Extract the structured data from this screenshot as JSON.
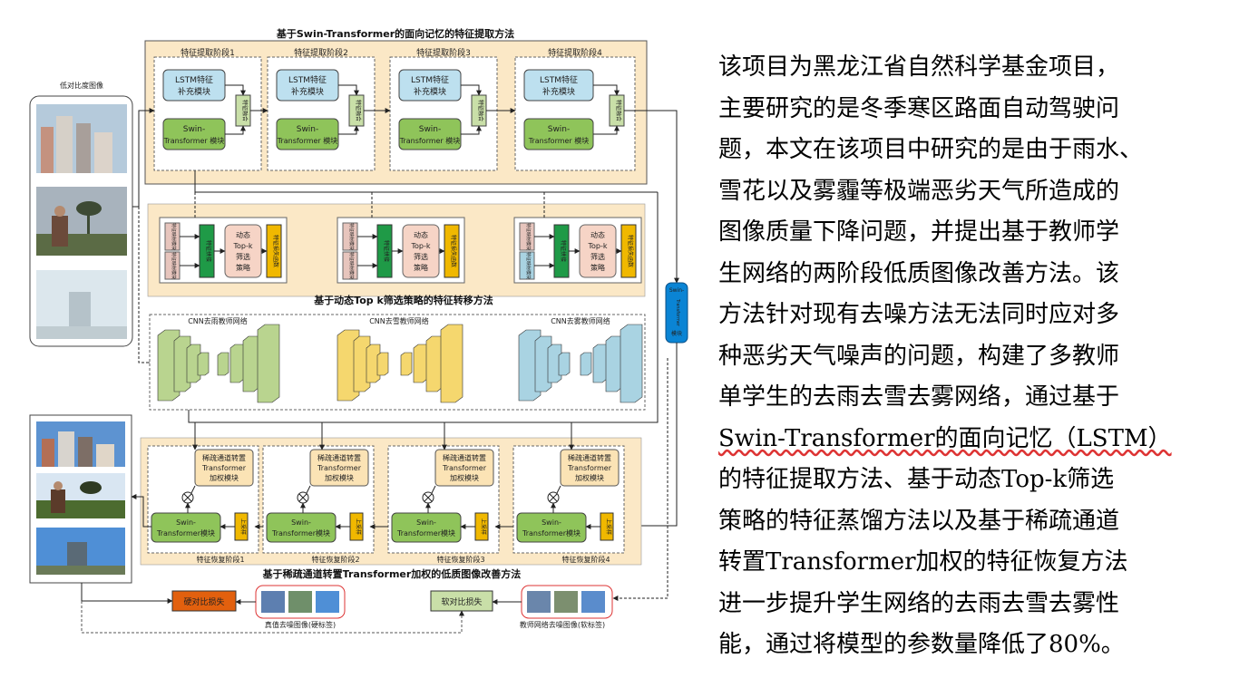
{
  "diagram": {
    "stage1": {
      "title": "基于Swin-Transformer的面向记忆的特征提取方法",
      "stages": [
        {
          "label": "特征提取阶段1",
          "lstm": [
            "LSTM特征",
            "补充模块"
          ],
          "swin": [
            "Swin-",
            "Transformer 模块"
          ],
          "fusion": "特征融合"
        },
        {
          "label": "特征提取阶段2",
          "lstm": [
            "LSTM特征",
            "补充模块"
          ],
          "swin": [
            "Swin-",
            "Transformer 模块"
          ],
          "fusion": "特征融合"
        },
        {
          "label": "特征提取阶段3",
          "lstm": [
            "LSTM特征",
            "补充模块"
          ],
          "swin": [
            "Swin-",
            "Transformer 模块"
          ],
          "fusion": "特征融合"
        },
        {
          "label": "特征提取阶段4",
          "lstm": [
            "LSTM特征",
            "补充模块"
          ],
          "swin": [
            "Swin-",
            "Transformer 模块"
          ],
          "fusion": "特征融合"
        }
      ]
    },
    "input_label": "低对比度图像",
    "stage2": {
      "title": "基于动态Top k筛选策略的特征转移方法",
      "groups": [
        {
          "top": "特征映射模块",
          "bottom": "特征映射模块",
          "mid": "特征拼接",
          "topk": [
            "动态",
            "Top-k",
            "筛选",
            "策略"
          ],
          "out": "特征损失函数"
        },
        {
          "top": "特征映射模块",
          "bottom": "特征映射模块",
          "mid": "特征拼接",
          "topk": [
            "动态",
            "Top-k",
            "筛选",
            "策略"
          ],
          "out": "特征损失函数"
        },
        {
          "top": "特征映射模块",
          "bottom": "特征映射模块",
          "mid": "特征拼接",
          "topk": [
            "动态",
            "Top-k",
            "筛选",
            "策略"
          ],
          "out": "特征损失函数"
        }
      ],
      "teachers": [
        "CNN去雨教师网络",
        "CNN去雪教师网络",
        "CNN去雾教师网络"
      ],
      "side_module": [
        "Swin-",
        "Transformer",
        "模块"
      ],
      "colors": {
        "green": "#b9d48f",
        "yellow": "#f5d76e",
        "blue": "#a9d3e2",
        "sidebar": "#0a84d4"
      }
    },
    "stage3": {
      "title": "基于稀疏通道转置Transformer加权的低质图像改善方法",
      "stages": [
        {
          "label": "特征恢复阶段1",
          "sparse": [
            "稀疏通道转置",
            "Transformer",
            "加权模块"
          ],
          "swin": [
            "Swin-",
            "Transformer模块"
          ],
          "up": "上采样"
        },
        {
          "label": "特征恢复阶段2",
          "sparse": [
            "稀疏通道转置",
            "Transformer",
            "加权模块"
          ],
          "swin": [
            "Swin-",
            "Transformer模块"
          ],
          "up": "上采样"
        },
        {
          "label": "特征恢复阶段3",
          "sparse": [
            "稀疏通道转置",
            "Transformer",
            "加权模块"
          ],
          "swin": [
            "Swin-",
            "Transformer模块"
          ],
          "up": "上采样"
        },
        {
          "label": "特征恢复阶段4",
          "sparse": [
            "稀疏通道转置",
            "Transformer",
            "加权模块"
          ],
          "swin": [
            "Swin-",
            "Transformer模块"
          ],
          "up": "上采样"
        }
      ]
    },
    "losses": {
      "hard": "硬对比损失",
      "soft": "软对比损失",
      "gt_label": "真值去噪图像(硬标签)",
      "teacher_label": "教师网络去噪图像(软标签)"
    }
  },
  "description": {
    "lines": [
      "该项目为黑龙江省自然科学基金项目，",
      "主要研究的是冬季寒区路面自动驾驶问",
      "题，本文在该项目中研究的是由于雨水、",
      "雪花以及雾霾等极端恶劣天气所造成的",
      "图像质量下降问题，并提出基于教师学",
      "生网络的两阶段低质图像改善方法。该",
      "方法针对现有去噪方法无法同时应对多",
      "种恶劣天气噪声的问题，构建了多教师",
      "单学生的去雨去雪去雾网络，通过基于",
      "Swin-Transformer的面向记忆（LSTM）",
      "的特征提取方法、基于动态Top-k筛选",
      "策略的特征蒸馏方法以及基于稀疏通道",
      "转置Transformer加权的特征恢复方法",
      "进一步提升学生网络的去雨去雪去雾性",
      "能，通过将模型的参数量降低了80%。"
    ]
  }
}
